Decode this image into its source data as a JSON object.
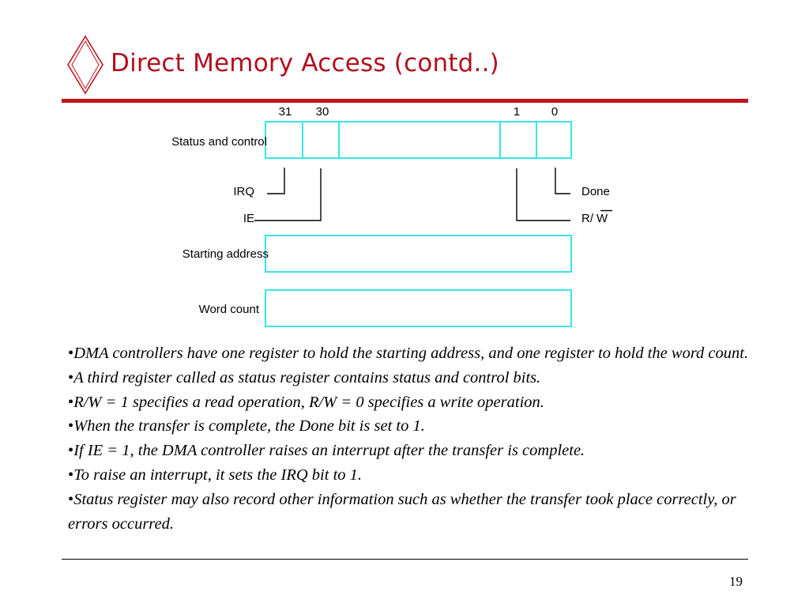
{
  "slide": {
    "title": "Direct Memory Access (contd..)",
    "page_number": "19",
    "accent_color": "#c0141f",
    "icon": "diamond-icon"
  },
  "diagram": {
    "bit_labels": {
      "b31": "31",
      "b30": "30",
      "b1": "1",
      "b0": "0"
    },
    "register_labels": {
      "status": "Status and control",
      "address": "Starting address",
      "count": "Word count"
    },
    "flags": {
      "irq": "IRQ",
      "ie": "IE",
      "done": "Done",
      "rw_prefix": "R/",
      "rw_suffix": "W"
    },
    "register_color": "#39e6e6"
  },
  "bullets": [
    "DMA controllers have one register to hold the starting address, and one register to hold the word count.",
    "A third register called as status register contains status and control bits.",
    "R/W = 1 specifies a read operation, R/W = 0 specifies a write operation.",
    "When the transfer is complete, the Done bit is set to 1.",
    "If IE = 1, the DMA controller raises an interrupt after the transfer is complete.",
    "To raise an interrupt, it sets the IRQ bit to 1.",
    "Status register may also record other information such as whether the transfer took place correctly, or errors occurred."
  ]
}
